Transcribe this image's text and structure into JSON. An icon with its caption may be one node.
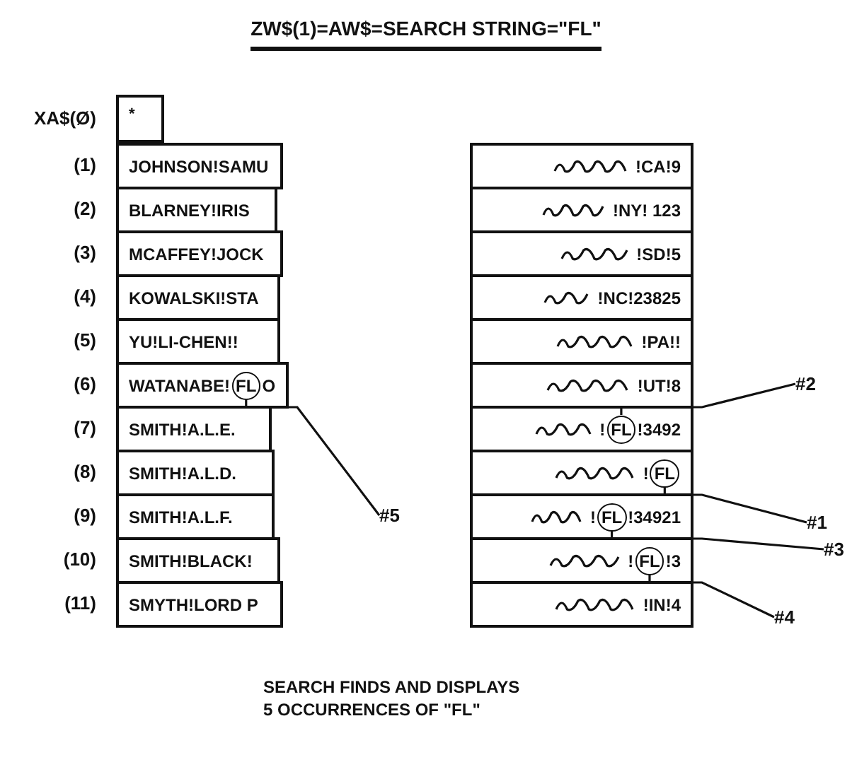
{
  "diagram": {
    "title": "ZW$(1)=AW$=SEARCH STRING=\"FL\"",
    "caption": "SEARCH FINDS AND DISPLAYS 5 OCCURRENCES OF \"FL\"",
    "nodes": [
      {
        "text": [
          "*"
        ]
      },
      {
        "text": [
          "JOHNSON!SAMU"
        ]
      },
      {
        "text": [
          "BLARNEY!IRIS"
        ]
      },
      {
        "text": [
          "MCAFFEY!JOCK"
        ]
      },
      {
        "text": [
          "KOWALSKI!STA"
        ]
      },
      {
        "text": [
          "YU!LI-CHEN!!"
        ]
      },
      {
        "text": [
          "WATANABE!",
          "O"
        ]
      },
      {
        "text": [
          "SMITH!A.L.E."
        ]
      },
      {
        "text": [
          "SMITH!A.L.D."
        ]
      },
      {
        "text": [
          "SMITH!A.L.F."
        ]
      },
      {
        "text": [
          "SMITH!BLACK!"
        ]
      },
      {
        "text": [
          "SMYTH!LORD P"
        ]
      },
      {
        "text": [
          "!CA!9"
        ]
      },
      {
        "text": [
          "!NY! 123"
        ]
      },
      {
        "text": [
          "!SD!5"
        ]
      },
      {
        "text": [
          "!NC!23825"
        ]
      },
      {
        "text": [
          "!PA!!"
        ]
      },
      {
        "text": [
          "!UT!8"
        ]
      },
      {
        "text": [
          "!",
          "!3492"
        ]
      },
      {
        "text": [
          "!"
        ]
      },
      {
        "text": [
          "!",
          "!34921"
        ]
      },
      {
        "text": [
          "!",
          "!3"
        ]
      },
      {
        "text": [
          "!IN!4"
        ]
      },
      {
        "text": [
          "#5"
        ]
      },
      {
        "text": [
          "#2"
        ]
      },
      {
        "text": [
          "#1"
        ]
      },
      {
        "text": [
          "#3"
        ]
      },
      {
        "text": [
          "#4"
        ]
      },
      {
        "text": [
          "FL"
        ],
        "in": 6
      },
      {
        "text": [
          "FL"
        ],
        "in": 18
      },
      {
        "text": [
          "FL"
        ],
        "in": 19
      },
      {
        "text": [
          "FL"
        ],
        "in": 20
      },
      {
        "text": [
          "FL"
        ],
        "in": 21
      }
    ],
    "edges": [
      {
        "from": 23,
        "to": 28,
        "arrow": "none"
      },
      {
        "from": 24,
        "to": 29,
        "arrow": "none"
      },
      {
        "from": 25,
        "to": 30,
        "arrow": "none"
      },
      {
        "from": 26,
        "to": 31,
        "arrow": "none"
      },
      {
        "from": 27,
        "to": 32,
        "arrow": "none"
      }
    ],
    "labels": [
      "XA$(Ø)",
      "(1)",
      "(2)",
      "(3)",
      "(4)",
      "(5)",
      "(6)",
      "(7)",
      "(8)",
      "(9)",
      "(10)",
      "(11)"
    ]
  }
}
